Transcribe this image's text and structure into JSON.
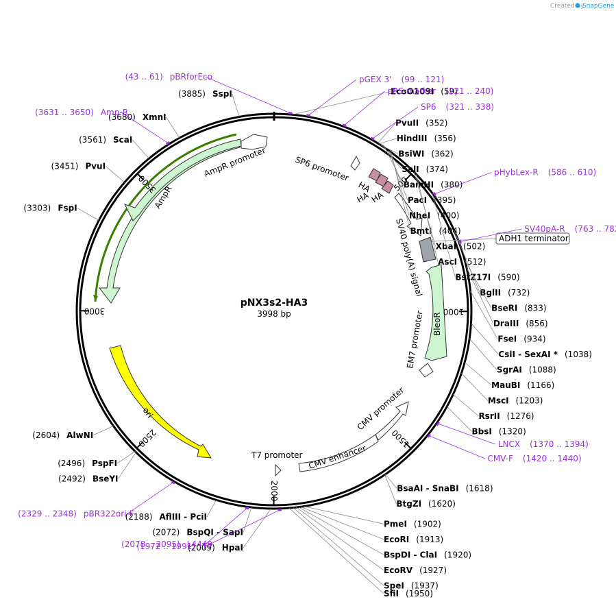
{
  "credit": {
    "prefix": "Created by",
    "brand": "SnapGene"
  },
  "plasmid": {
    "name": "pNX3s2-HA3",
    "size": "3998 bp",
    "total": 3998
  },
  "ticks": [
    {
      "pos": 500,
      "label": "500"
    },
    {
      "pos": 1000,
      "label": "1000"
    },
    {
      "pos": 1500,
      "label": "1500"
    },
    {
      "pos": 2000,
      "label": "2000"
    },
    {
      "pos": 2500,
      "label": "2500"
    },
    {
      "pos": 3000,
      "label": "3000"
    },
    {
      "pos": 3500,
      "label": "3500"
    }
  ],
  "sites": [
    {
      "name": "EcoO109I",
      "pos": 59,
      "num": "(59)",
      "side": "right"
    },
    {
      "name": "PvuII",
      "pos": 352,
      "num": "(352)",
      "side": "right"
    },
    {
      "name": "HindIII",
      "pos": 356,
      "num": "(356)",
      "side": "right"
    },
    {
      "name": "BsiWI",
      "pos": 362,
      "num": "(362)",
      "side": "right"
    },
    {
      "name": "SalI",
      "pos": 374,
      "num": "(374)",
      "side": "right"
    },
    {
      "name": "BamHI",
      "pos": 380,
      "num": "(380)",
      "side": "right"
    },
    {
      "name": "PacI",
      "pos": 395,
      "num": "(395)",
      "side": "right"
    },
    {
      "name": "NheI",
      "pos": 400,
      "num": "(400)",
      "side": "right"
    },
    {
      "name": "BmtI",
      "pos": 404,
      "num": "(404)",
      "side": "right"
    },
    {
      "name": "XbaI",
      "pos": 502,
      "num": "(502)",
      "side": "right"
    },
    {
      "name": "AscI",
      "pos": 512,
      "num": "(512)",
      "side": "right"
    },
    {
      "name": "BstZ17I",
      "pos": 590,
      "num": "(590)",
      "side": "right"
    },
    {
      "name": "BglII",
      "pos": 732,
      "num": "(732)",
      "side": "right"
    },
    {
      "name": "BseRI",
      "pos": 833,
      "num": "(833)",
      "side": "right"
    },
    {
      "name": "DraIII",
      "pos": 856,
      "num": "(856)",
      "side": "right"
    },
    {
      "name": "FseI",
      "pos": 934,
      "num": "(934)",
      "side": "right"
    },
    {
      "name": "CsiI  -  SexAI *",
      "pos": 1038,
      "num": "(1038)",
      "side": "right"
    },
    {
      "name": "SgrAI",
      "pos": 1088,
      "num": "(1088)",
      "side": "right"
    },
    {
      "name": "MauBI",
      "pos": 1166,
      "num": "(1166)",
      "side": "right"
    },
    {
      "name": "MscI",
      "pos": 1203,
      "num": "(1203)",
      "side": "right"
    },
    {
      "name": "RsrII",
      "pos": 1276,
      "num": "(1276)",
      "side": "right"
    },
    {
      "name": "BbsI",
      "pos": 1320,
      "num": "(1320)",
      "side": "right"
    },
    {
      "name": "BsaAI  -  SnaBI",
      "pos": 1618,
      "num": "(1618)",
      "side": "right"
    },
    {
      "name": "BtgZI",
      "pos": 1620,
      "num": "(1620)",
      "side": "right"
    },
    {
      "name": "PmeI",
      "pos": 1902,
      "num": "(1902)",
      "side": "right"
    },
    {
      "name": "EcoRI",
      "pos": 1913,
      "num": "(1913)",
      "side": "right"
    },
    {
      "name": "BspDI  -  ClaI",
      "pos": 1920,
      "num": "(1920)",
      "side": "right"
    },
    {
      "name": "EcoRV",
      "pos": 1927,
      "num": "(1927)",
      "side": "right"
    },
    {
      "name": "SpeI",
      "pos": 1937,
      "num": "(1937)",
      "side": "right"
    },
    {
      "name": "SfiI",
      "pos": 1950,
      "num": "(1950)",
      "side": "right"
    },
    {
      "name": "HpaI",
      "pos": 2009,
      "num": "(2009)",
      "side": "left"
    },
    {
      "name": "BspQI  -  SapI",
      "pos": 2072,
      "num": "(2072)",
      "side": "left"
    },
    {
      "name": "AflIII  -  PciI",
      "pos": 2188,
      "num": "(2188)",
      "side": "left"
    },
    {
      "name": "BseYI",
      "pos": 2492,
      "num": "(2492)",
      "side": "left"
    },
    {
      "name": "PspFI",
      "pos": 2496,
      "num": "(2496)",
      "side": "left"
    },
    {
      "name": "AlwNI",
      "pos": 2604,
      "num": "(2604)",
      "side": "left"
    },
    {
      "name": "FspI",
      "pos": 3303,
      "num": "(3303)",
      "side": "left"
    },
    {
      "name": "PvuI",
      "pos": 3451,
      "num": "(3451)",
      "side": "left"
    },
    {
      "name": "ScaI",
      "pos": 3561,
      "num": "(3561)",
      "side": "left"
    },
    {
      "name": "XmnI",
      "pos": 3680,
      "num": "(3680)",
      "side": "left"
    },
    {
      "name": "SspI",
      "pos": 3885,
      "num": "(3885)",
      "side": "left"
    }
  ],
  "primers": [
    {
      "name": "pBRforEco",
      "range": "(43 .. 61)",
      "pos": 52,
      "side": "left"
    },
    {
      "name": "pGEX 3'",
      "range": "(99 .. 121)",
      "pos": 110,
      "side": "right"
    },
    {
      "name": "pRS-marker",
      "range": "(221 .. 240)",
      "pos": 230,
      "side": "right"
    },
    {
      "name": "SP6",
      "range": "(321 .. 338)",
      "pos": 330,
      "side": "right"
    },
    {
      "name": "pHybLex-R",
      "range": "(586 .. 610)",
      "pos": 598,
      "side": "right"
    },
    {
      "name": "SV40pA-R",
      "range": "(763 .. 782)",
      "pos": 772,
      "side": "right"
    },
    {
      "name": "LNCX",
      "range": "(1370 .. 1394)",
      "pos": 1382,
      "side": "right"
    },
    {
      "name": "CMV-F",
      "range": "(1420 .. 1440)",
      "pos": 1430,
      "side": "right"
    },
    {
      "name": "T7",
      "range": "(1972 .. 1991)",
      "pos": 1981,
      "side": "left"
    },
    {
      "name": "L4440",
      "range": "(2078 .. 2095)",
      "pos": 2086,
      "side": "left"
    },
    {
      "name": "pBR322ori-F",
      "range": "(2329 .. 2348)",
      "pos": 2338,
      "side": "left"
    },
    {
      "name": "Amp-R",
      "range": "(3631 .. 3650)",
      "pos": 3640,
      "side": "left"
    }
  ],
  "features": {
    "adh1": "ADH1 terminator",
    "sp6_promoter": "SP6 promoter",
    "ha1": "HA",
    "ha2": "HA",
    "ha3": "HA",
    "sv40": "SV40 poly(A) signal",
    "em7": "EM7 promoter",
    "bleor": "BleoR",
    "cmv_promoter": "CMV promoter",
    "cmv_enhancer": "CMV enhancer",
    "t7_promoter": "T7 promoter",
    "ori": "ori",
    "ampr": "AmpR",
    "ampr_promoter": "AmpR promoter"
  },
  "colors": {
    "primer": "#9b30d9",
    "ampr_fill": "#ccf5d0",
    "ori_fill": "#ffff00",
    "bleor_fill": "#ccf5d0",
    "ha_fill": "#c88fa3",
    "sv40_fill": "#9fa4a8",
    "orf_highlight": "#3b7d00"
  }
}
